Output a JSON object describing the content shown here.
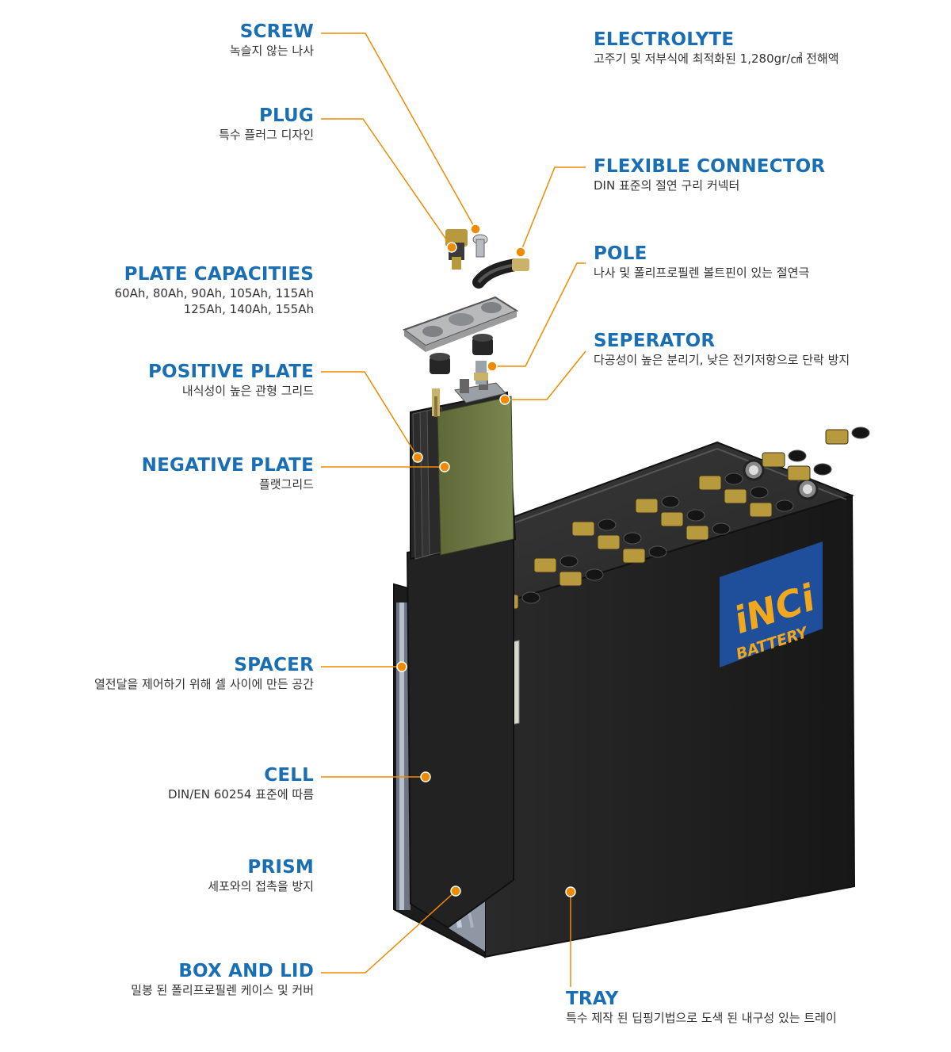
{
  "colors": {
    "title": "#1a6eb4",
    "text": "#333333",
    "leader": "#f08a00",
    "battery": "#1e1e1e",
    "plate": "#6f7a45",
    "logo_bg": "#1f4e9a",
    "logo_text": "#f2a81d"
  },
  "logo": {
    "line1": "iNCi",
    "line2": "BATTERY"
  },
  "labels": {
    "screw": {
      "title": "SCREW",
      "desc": "녹슬지 않는 나사"
    },
    "plug": {
      "title": "PLUG",
      "desc": "특수 플러그 디자인"
    },
    "plate_capacities": {
      "title": "PLATE CAPACITIES",
      "line1": "60Ah, 80Ah, 90Ah, 105Ah, 115Ah",
      "line2": "125Ah, 140Ah, 155Ah"
    },
    "positive_plate": {
      "title": "POSITIVE PLATE",
      "desc": "내식성이 높은 관형 그리드"
    },
    "negative_plate": {
      "title": "NEGATIVE PLATE",
      "desc": "플랫그리드"
    },
    "spacer": {
      "title": "SPACER",
      "desc": "열전달을 제어하기 위해 셀 사이에 만든 공간"
    },
    "cell": {
      "title": "CELL",
      "desc": "DIN/EN 60254 표준에 따름"
    },
    "prism": {
      "title": "PRISM",
      "desc": "세포와의 접촉을 방지"
    },
    "box_and_lid": {
      "title": "BOX AND LID",
      "desc": "밀봉 된 폴리프로필렌 케이스 및 커버"
    },
    "electrolyte": {
      "title": "ELECTROLYTE",
      "desc": "고주기 및 저부식에 최적화된 1,280gr/㎤ 전해액"
    },
    "flexible_connector": {
      "title": "FLEXIBLE CONNECTOR",
      "desc": "DIN 표준의 절연 구리 커넥터"
    },
    "pole": {
      "title": "POLE",
      "desc": "나사 및 폴리프로필렌 볼트핀이 있는 절연극"
    },
    "seperator": {
      "title": "SEPERATOR",
      "desc": "다공성이 높은 분리기, 낮은 전기저항으로 단락 방지"
    },
    "tray": {
      "title": "TRAY",
      "desc": "특수 제작 된 딥핑기법으로 도색 된 내구성 있는 트레이"
    }
  }
}
